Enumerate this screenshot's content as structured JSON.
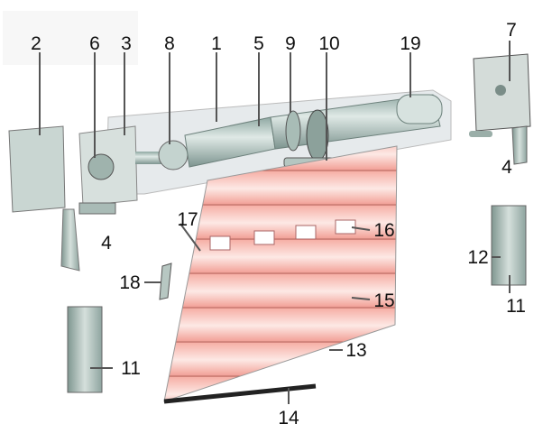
{
  "title": "Roller shutter exploded view",
  "labels": {
    "l1": "1",
    "l2": "2",
    "l3": "3",
    "l4a": "4",
    "l4b": "4",
    "l5": "5",
    "l6": "6",
    "l7": "7",
    "l8": "8",
    "l9": "9",
    "l10": "10",
    "l11a": "11",
    "l11b": "11",
    "l12": "12",
    "l13": "13",
    "l14": "14",
    "l15": "15",
    "l16": "16",
    "l17": "17",
    "l18": "18",
    "l19": "19"
  },
  "colors": {
    "slat": "#f4a49a",
    "slat_light": "#fbe3de",
    "metal": "#b9c9c4",
    "box": "#e4e8ea"
  }
}
